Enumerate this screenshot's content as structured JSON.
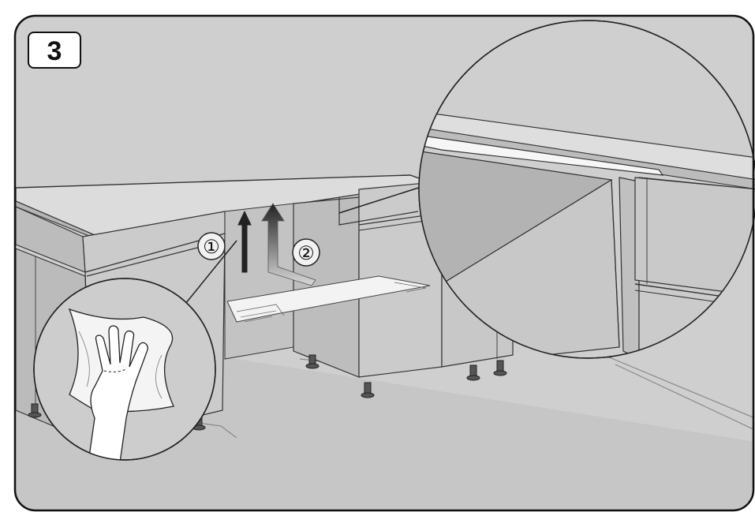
{
  "figure": {
    "step_number": "3",
    "callouts": [
      "①",
      "②"
    ]
  },
  "colors": {
    "frame": "#1a1a1a",
    "background": "#cfcfcf",
    "floor": "#c6c6c6",
    "wall": "#c3c3c3",
    "countertop": "#dcdcdc",
    "cabinet": "#cbcbcb",
    "cabinet_dark": "#b9b9b9",
    "protective_strip": "#f3f3f3",
    "arrow": "#222222",
    "arrow_fade": "#9a9a9a",
    "line": "#333333"
  },
  "icons": [
    "cloth-wipe-icon",
    "arrow-up-icon",
    "protective-strip-icon",
    "leveling-foot-icon",
    "magnifier-detail-icon"
  ]
}
